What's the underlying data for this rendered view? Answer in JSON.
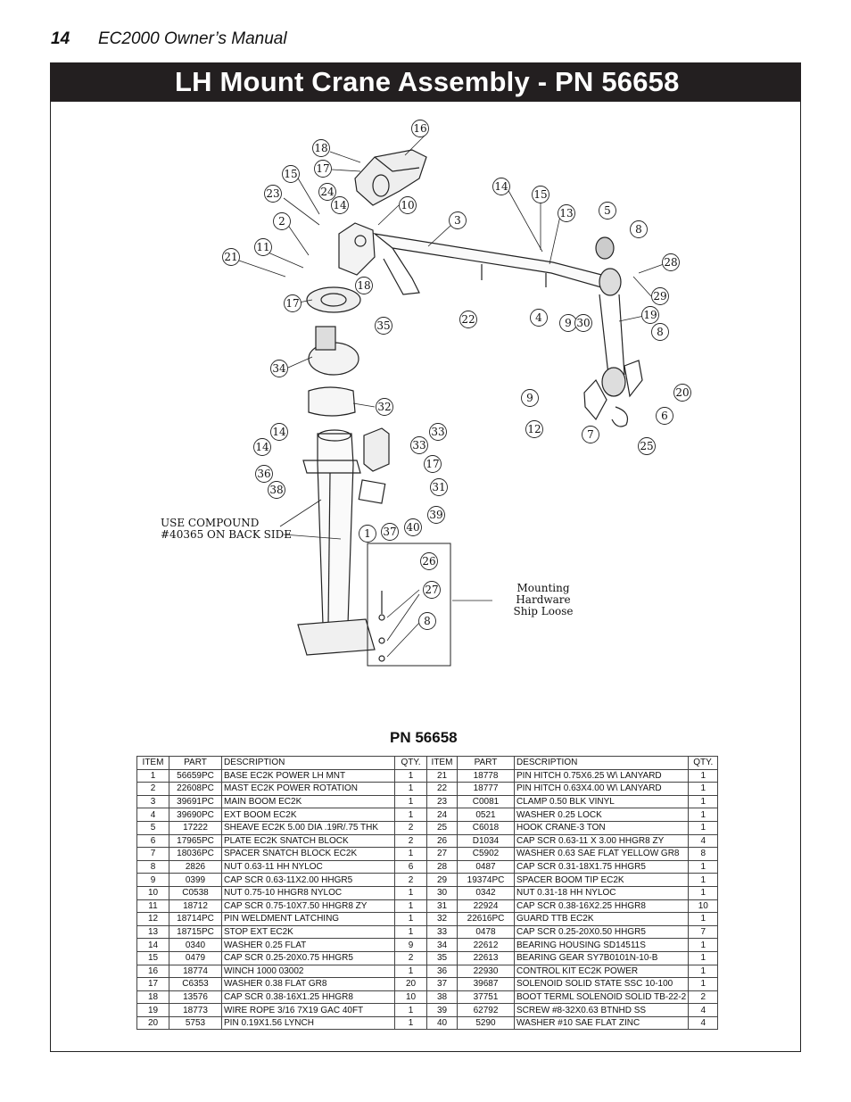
{
  "header": {
    "page_number": "14",
    "manual_title": "EC2000 Owner’s Manual"
  },
  "banner_title": "LH Mount Crane Assembly - PN 56658",
  "notes": {
    "compound_line1": "USE COMPOUND",
    "compound_line2": "#40365 ON BACK SIDE",
    "mounting_line1": "Mounting Hardware",
    "mounting_line2": "Ship Loose"
  },
  "callouts": [
    "16",
    "18",
    "17",
    "15",
    "24",
    "23",
    "14",
    "10",
    "2",
    "3",
    "11",
    "21",
    "18",
    "17",
    "35",
    "34",
    "32",
    "14",
    "33",
    "14",
    "33",
    "36",
    "17",
    "38",
    "31",
    "39",
    "1",
    "37",
    "40",
    "26",
    "27",
    "8",
    "14",
    "15",
    "13",
    "5",
    "8",
    "28",
    "29",
    "22",
    "4",
    "9",
    "30",
    "19",
    "8",
    "9",
    "20",
    "6",
    "12",
    "7",
    "25"
  ],
  "table_title": "PN 56658",
  "table": {
    "headers": [
      "ITEM",
      "PART",
      "DESCRIPTION",
      "QTY.",
      "ITEM",
      "PART",
      "DESCRIPTION",
      "QTY."
    ],
    "rows": [
      [
        "1",
        "56659PC",
        "BASE EC2K POWER LH MNT",
        "1",
        "21",
        "18778",
        "PIN HITCH 0.75X6.25 W\\ LANYARD",
        "1"
      ],
      [
        "2",
        "22608PC",
        "MAST EC2K POWER ROTATION",
        "1",
        "22",
        "18777",
        "PIN HITCH 0.63X4.00 W\\ LANYARD",
        "1"
      ],
      [
        "3",
        "39691PC",
        "MAIN BOOM EC2K",
        "1",
        "23",
        "C0081",
        "CLAMP 0.50 BLK VINYL",
        "1"
      ],
      [
        "4",
        "39690PC",
        "EXT BOOM EC2K",
        "1",
        "24",
        "0521",
        "WASHER 0.25 LOCK",
        "1"
      ],
      [
        "5",
        "17222",
        "SHEAVE EC2K 5.00 DIA .19R/.75 THK",
        "2",
        "25",
        "C6018",
        "HOOK CRANE-3 TON",
        "1"
      ],
      [
        "6",
        "17965PC",
        "PLATE EC2K SNATCH BLOCK",
        "2",
        "26",
        "D1034",
        "CAP SCR 0.63-11 X 3.00 HHGR8 ZY",
        "4"
      ],
      [
        "7",
        "18036PC",
        "SPACER SNATCH BLOCK EC2K",
        "1",
        "27",
        "C5902",
        "WASHER 0.63 SAE FLAT YELLOW GR8",
        "8"
      ],
      [
        "8",
        "2826",
        "NUT 0.63-11 HH NYLOC",
        "6",
        "28",
        "0487",
        "CAP SCR 0.31-18X1.75 HHGR5",
        "1"
      ],
      [
        "9",
        "0399",
        "CAP SCR 0.63-11X2.00 HHGR5",
        "2",
        "29",
        "19374PC",
        "SPACER BOOM TIP EC2K",
        "1"
      ],
      [
        "10",
        "C0538",
        "NUT 0.75-10 HHGR8 NYLOC",
        "1",
        "30",
        "0342",
        "NUT 0.31-18 HH NYLOC",
        "1"
      ],
      [
        "11",
        "18712",
        "CAP SCR 0.75-10X7.50 HHGR8 ZY",
        "1",
        "31",
        "22924",
        "CAP SCR 0.38-16X2.25 HHGR8",
        "10"
      ],
      [
        "12",
        "18714PC",
        "PIN WELDMENT LATCHING",
        "1",
        "32",
        "22616PC",
        "GUARD TTB EC2K",
        "1"
      ],
      [
        "13",
        "18715PC",
        "STOP EXT EC2K",
        "1",
        "33",
        "0478",
        "CAP SCR 0.25-20X0.50 HHGR5",
        "7"
      ],
      [
        "14",
        "0340",
        "WASHER 0.25 FLAT",
        "9",
        "34",
        "22612",
        "BEARING HOUSING SD14511S",
        "1"
      ],
      [
        "15",
        "0479",
        "CAP SCR 0.25-20X0.75 HHGR5",
        "2",
        "35",
        "22613",
        "BEARING GEAR SY7B0101N-10-B",
        "1"
      ],
      [
        "16",
        "18774",
        "WINCH 1000  03002",
        "1",
        "36",
        "22930",
        "CONTROL KIT EC2K POWER",
        "1"
      ],
      [
        "17",
        "C6353",
        "WASHER 0.38 FLAT GR8",
        "20",
        "37",
        "39687",
        "SOLENOID SOLID STATE SSC 10-100",
        "1"
      ],
      [
        "18",
        "13576",
        "CAP SCR 0.38-16X1.25 HHGR8",
        "10",
        "38",
        "37751",
        "BOOT TERML SOLENOID SOLID TB-22-2",
        "2"
      ],
      [
        "19",
        "18773",
        "WIRE ROPE 3/16 7X19 GAC 40FT",
        "1",
        "39",
        "62792",
        "SCREW #8-32X0.63 BTNHD SS",
        "4"
      ],
      [
        "20",
        "5753",
        "PIN 0.19X1.56 LYNCH",
        "1",
        "40",
        "5290",
        "WASHER #10 SAE FLAT ZINC",
        "4"
      ]
    ]
  }
}
